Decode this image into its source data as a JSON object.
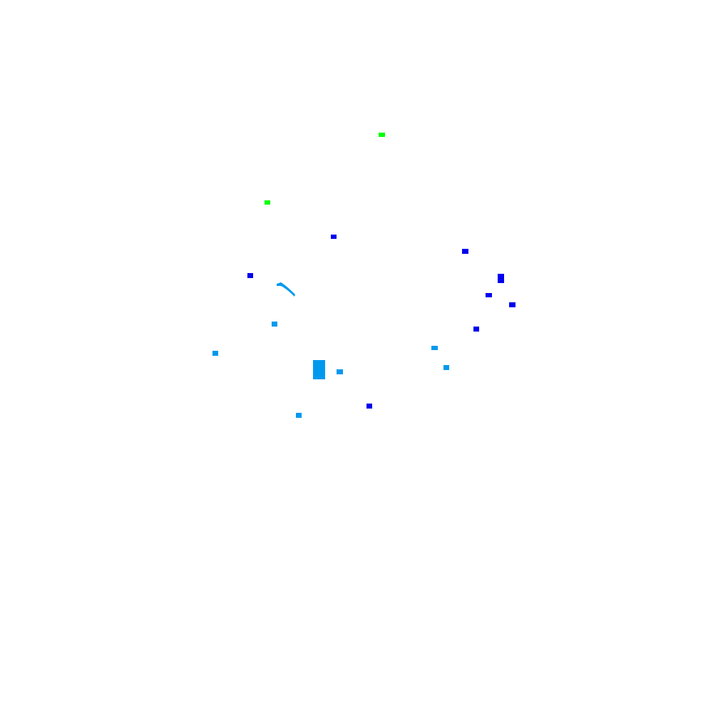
{
  "colors": {
    "background": "#ffffff",
    "green": "#00ff00",
    "blue": "#0000ee",
    "light_blue": "#0099ee"
  },
  "marks": [
    {
      "name": "green-mark-1",
      "color": "green"
    },
    {
      "name": "green-mark-2",
      "color": "green"
    },
    {
      "name": "blue-mark-1",
      "color": "blue"
    },
    {
      "name": "blue-mark-2",
      "color": "blue"
    },
    {
      "name": "blue-mark-3",
      "color": "blue"
    },
    {
      "name": "blue-mark-4",
      "color": "blue"
    },
    {
      "name": "blue-mark-5",
      "color": "blue"
    },
    {
      "name": "blue-mark-6",
      "color": "blue"
    },
    {
      "name": "blue-mark-7",
      "color": "blue"
    },
    {
      "name": "blue-mark-8",
      "color": "blue"
    },
    {
      "name": "light-blue-mark-1",
      "color": "light_blue"
    },
    {
      "name": "light-blue-mark-2",
      "color": "light_blue"
    },
    {
      "name": "light-blue-mark-3",
      "color": "light_blue"
    },
    {
      "name": "light-blue-mark-4",
      "color": "light_blue"
    },
    {
      "name": "light-blue-mark-5",
      "color": "light_blue"
    },
    {
      "name": "light-blue-mark-6",
      "color": "light_blue"
    },
    {
      "name": "light-blue-mark-7",
      "color": "light_blue"
    },
    {
      "name": "light-blue-arc",
      "color": "light_blue"
    }
  ]
}
